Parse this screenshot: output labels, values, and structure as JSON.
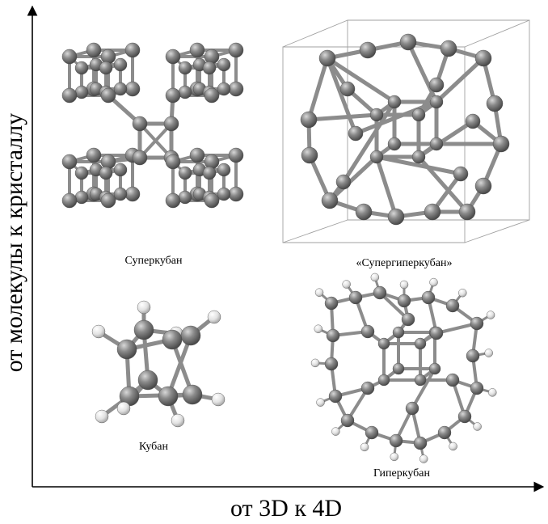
{
  "axes": {
    "x_label": "от 3D к 4D",
    "y_label": "от молекулы к кристаллу"
  },
  "molecules": [
    {
      "id": "supercubane",
      "caption": "Суперкубан"
    },
    {
      "id": "supergipercubane",
      "caption": "«Супергиперкубан»"
    },
    {
      "id": "cubane",
      "caption": "Кубан"
    },
    {
      "id": "hypercubane",
      "caption": "Гиперкубан"
    }
  ],
  "colors": {
    "carbon": "#7a7a7a",
    "hydrogen": "#e6e6e6",
    "bond": "#8c8c8c",
    "box": "#9a9a9a"
  }
}
